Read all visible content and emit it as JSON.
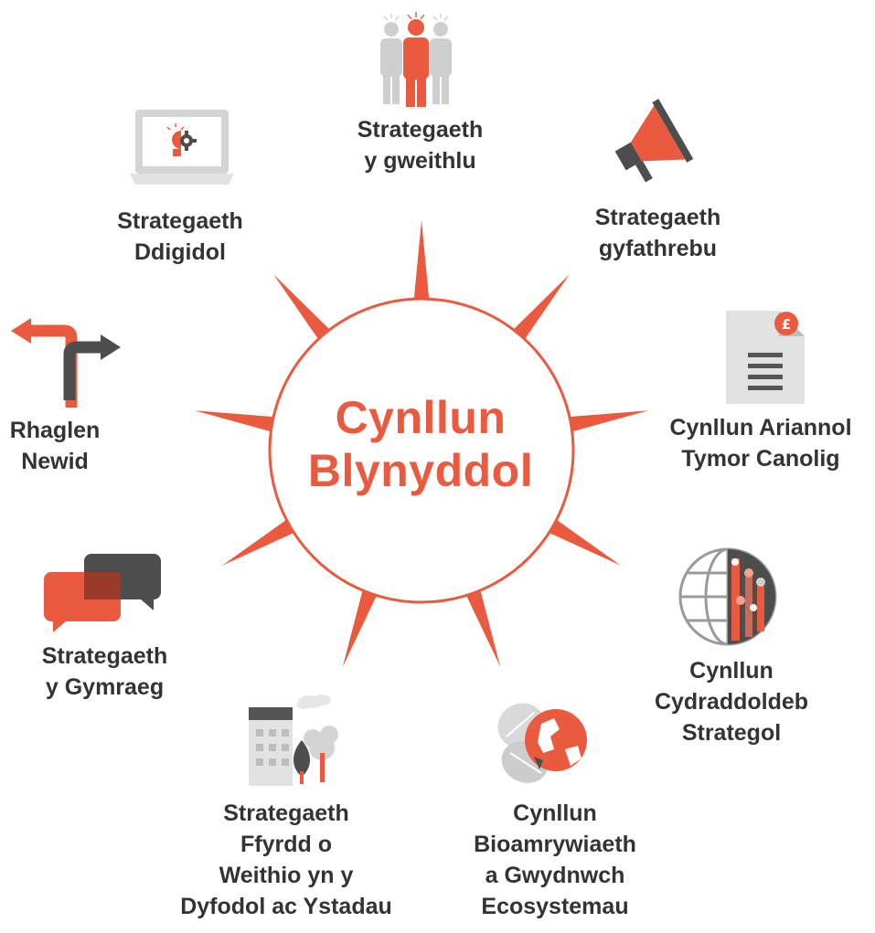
{
  "center": {
    "line1": "Cynllun",
    "line2": "Blynyddol"
  },
  "colors": {
    "accent": "#ea5a3f",
    "dark": "#4d4d4d",
    "grey": "#cfcfcf",
    "text": "#333333"
  },
  "items": [
    {
      "lines": [
        "Strategaeth",
        "y gweithlu"
      ],
      "icon": "workforce-people-icon"
    },
    {
      "lines": [
        "Strategaeth",
        "gyfathrebu"
      ],
      "icon": "megaphone-icon"
    },
    {
      "lines": [
        "Cynllun Ariannol",
        "Tymor Canolig"
      ],
      "icon": "finance-document-icon"
    },
    {
      "lines": [
        "Cynllun",
        "Cydraddoldeb",
        "Strategol"
      ],
      "icon": "equality-globe-icon"
    },
    {
      "lines": [
        "Cynllun",
        "Bioamrywiaeth",
        "a Gwydnwch",
        "Ecosystemau"
      ],
      "icon": "biodiversity-globe-icon"
    },
    {
      "lines": [
        "Strategaeth",
        "Ffyrdd o",
        "Weithio yn y",
        "Dyfodol ac Ystadau"
      ],
      "icon": "buildings-trees-icon"
    },
    {
      "lines": [
        "Strategaeth",
        "y Gymraeg"
      ],
      "icon": "speech-bubbles-icon"
    },
    {
      "lines": [
        "Rhaglen",
        "Newid"
      ],
      "icon": "change-arrows-icon"
    },
    {
      "lines": [
        "Strategaeth",
        "Ddigidol"
      ],
      "icon": "laptop-idea-icon"
    }
  ]
}
